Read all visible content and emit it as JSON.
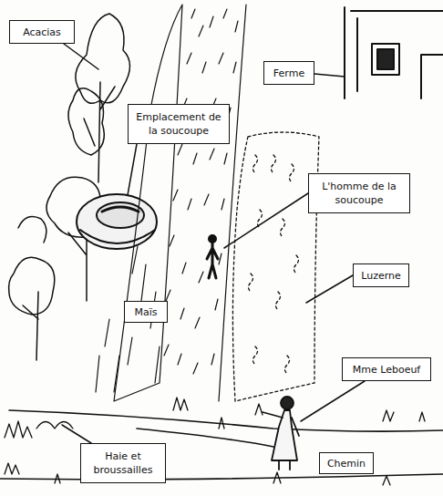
{
  "diagram": {
    "nodes": [
      {
        "text": [
          "Acacias"
        ]
      },
      {
        "text": [
          "Ferme"
        ]
      },
      {
        "text": [
          "Emplacement de la soucoupe"
        ]
      },
      {
        "text": [
          "L'homme de la soucoupe"
        ]
      },
      {
        "text": [
          "Luzerne"
        ]
      },
      {
        "text": [
          "Maïs"
        ]
      },
      {
        "text": [
          "Mme Leboeuf"
        ]
      },
      {
        "text": [
          "Haie et broussailles"
        ]
      },
      {
        "text": [
          "Chemin"
        ]
      }
    ]
  }
}
